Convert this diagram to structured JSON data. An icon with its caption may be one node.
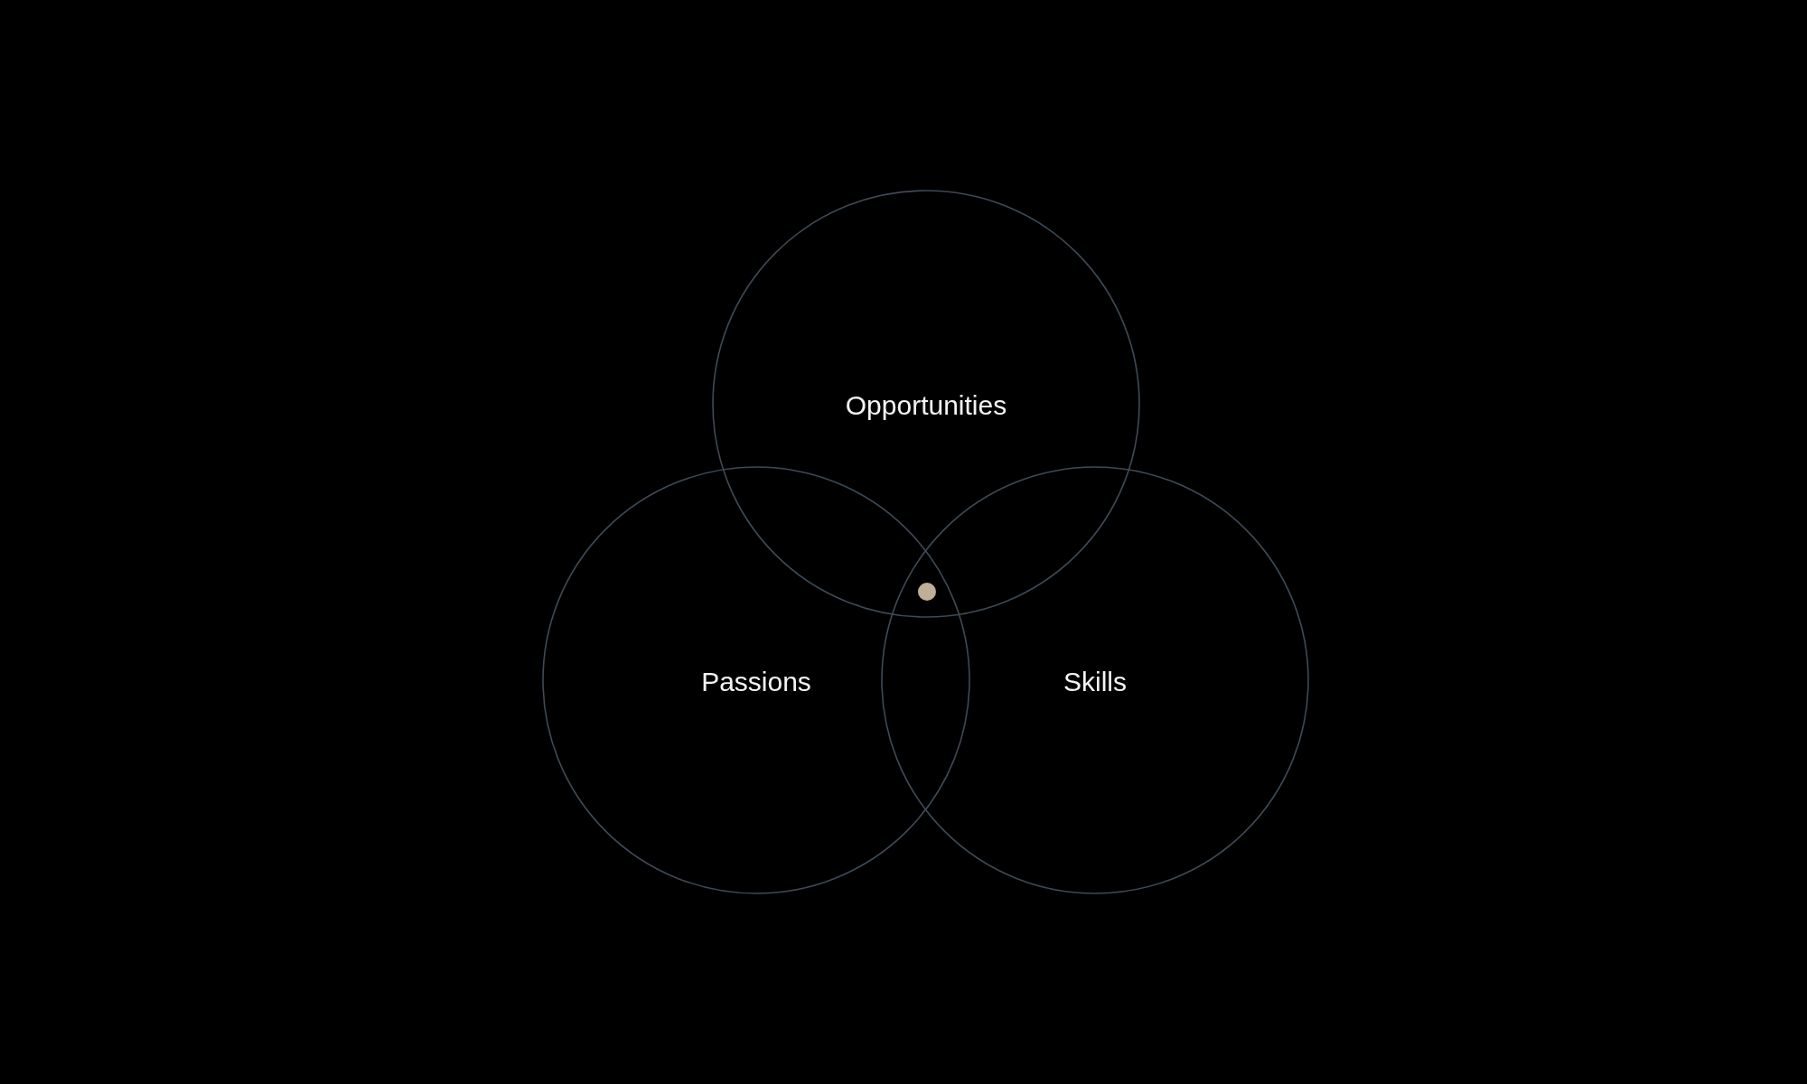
{
  "diagram": {
    "nodes": [
      {
        "text": [
          "Opportunities"
        ]
      },
      {
        "text": [
          "Passions"
        ]
      },
      {
        "text": [
          "Skills"
        ]
      },
      {
        "text": [],
        "shape": "circle"
      }
    ]
  }
}
